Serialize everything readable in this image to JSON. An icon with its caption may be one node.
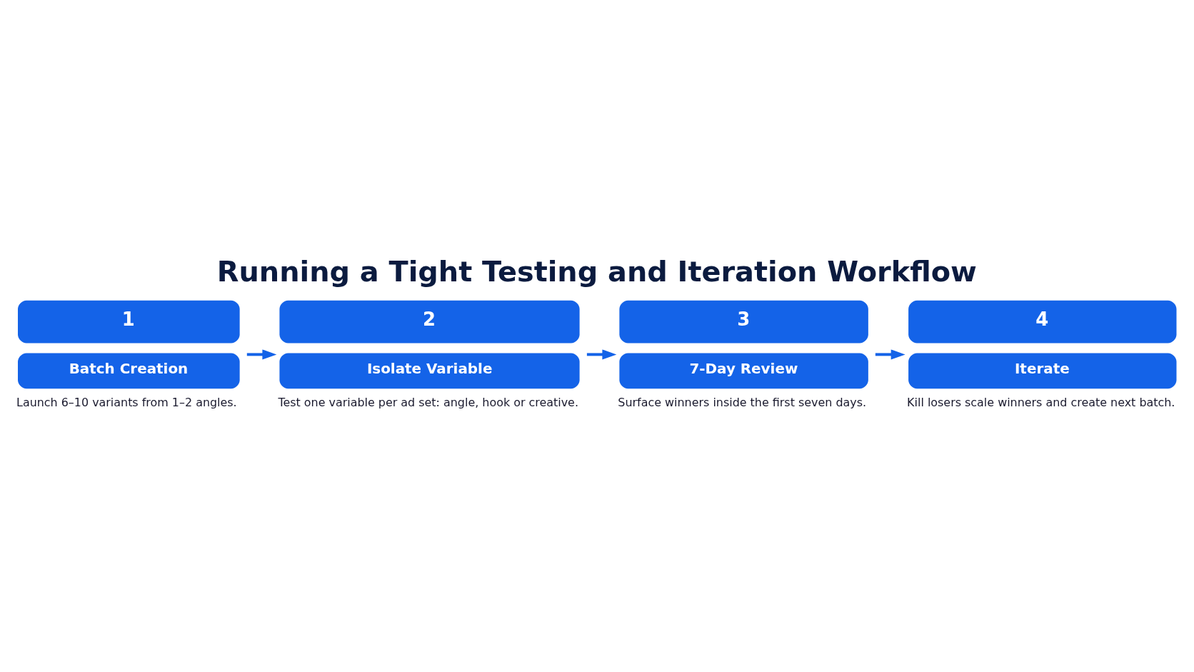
{
  "diagram": {
    "title": "Running a Tight Testing and Iteration Workflow",
    "nodes": [
      {
        "text": [
          "1",
          "Batch Creation"
        ],
        "beside": [
          "Launch 6–10 variants from 1–2 angles."
        ]
      },
      {
        "text": [
          "2",
          "Isolate Variable"
        ],
        "beside": [
          "Test one variable per ad set: angle, hook or creative."
        ]
      },
      {
        "text": [
          "3",
          "7-Day Review"
        ],
        "beside": [
          "Surface winners inside the first seven days."
        ]
      },
      {
        "text": [
          "4",
          "Iterate"
        ],
        "beside": [
          "Kill losers scale winners and create next batch."
        ]
      }
    ],
    "edges": [
      {
        "from": 0,
        "to": 1,
        "arrow": "to"
      },
      {
        "from": 1,
        "to": 2,
        "arrow": "to"
      },
      {
        "from": 2,
        "to": 3,
        "arrow": "to"
      }
    ]
  }
}
